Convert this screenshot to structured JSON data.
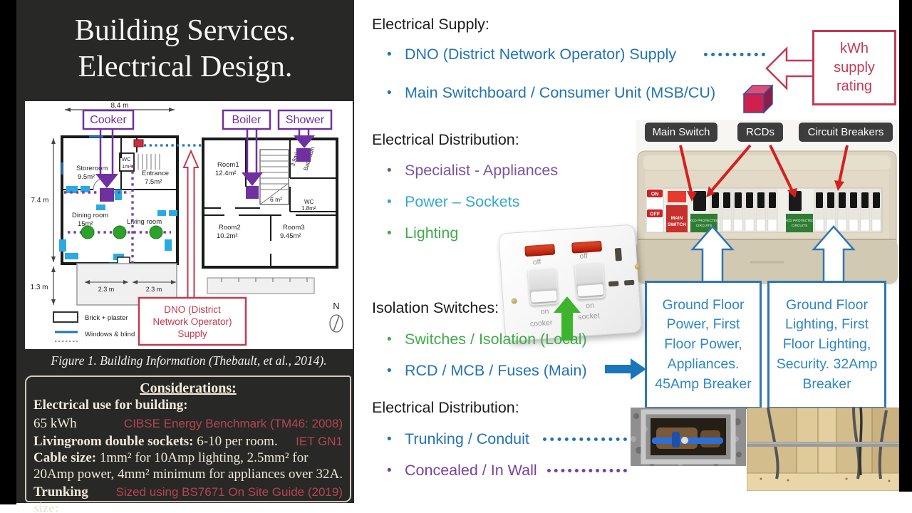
{
  "colors": {
    "accent_blue": "#2173b5",
    "accent_cyan": "#35a7cf",
    "accent_purple": "#7a52a1",
    "accent_purple_dark": "#7b3fa0",
    "accent_green": "#41ab4a",
    "crimson": "#c23a55",
    "figure_purple": "#7030a0",
    "figure_red": "#c23a50",
    "arrow_red": "#d42020",
    "box_blue": "#2e75b6",
    "panel_dark": "#282826"
  },
  "title": {
    "line1": "Building Services.",
    "line2": "Electrical Design."
  },
  "figure": {
    "caption": "Figure 1. Building Information (Thebault, et al., 2014).",
    "dims": {
      "width": "8.4 m",
      "height": "7.4 m",
      "offset": "1.3 m",
      "bay1": "2.3 m",
      "bay2": "2.3 m"
    },
    "callouts": {
      "cooker": "Cooker",
      "boiler": "Boiler",
      "shower": "Shower",
      "dno1": "DNO (District",
      "dno2": "Network Operator)",
      "dno3": "Supply"
    },
    "rooms": {
      "storeroom": "Storeroom",
      "storeroom_area": "9.5m²",
      "wc1": "WC",
      "wc1_area": "1m²",
      "entrance": "Entrance",
      "entrance_area": "7.5m²",
      "dining": "Dining room",
      "dining_area": "15m²",
      "living": "Living room",
      "room1": "Room1",
      "room1_area": "12.4m²",
      "landing_area": "6 m²",
      "wc2": "WC",
      "wc2_area": "1.8m²",
      "bathroom": "Bathroom",
      "bathroom_area": "3.9m²",
      "room2": "Room2",
      "room2_area": "10.2m²",
      "room3": "Room3",
      "room3_area": "9.45m²"
    },
    "legend": {
      "brick": "Brick + plaster",
      "windows": "Windows & blind"
    },
    "compass": "N"
  },
  "considerations": {
    "heading": "Considerations:",
    "line1_label": "Electrical use for building:",
    "line1_value": "65 kWh",
    "line1_ref": "CIBSE Energy Benchmark (TM46: 2008)",
    "line2_label": "Livingroom double sockets:",
    "line2_value": " 6-10 per room.",
    "line2_ref": "IET GN1",
    "line3_label": "Cable size:",
    "line3_value": " 1mm²  for 10Amp lighting, 2.5mm² for 20Amp power,  4mm² minimum for appliances over 32A.",
    "line4_label": "Trunking size:",
    "line4_ref": "Sized using BS7671 On Site Guide (2019)"
  },
  "sections": {
    "supply": {
      "heading": "Electrical Supply:",
      "items": [
        {
          "label": "DNO (District Network Operator) Supply"
        },
        {
          "label": "Main Switchboard / Consumer Unit (MSB/CU)"
        }
      ]
    },
    "distribution1": {
      "heading": "Electrical Distribution:",
      "items": [
        {
          "label": "Specialist - Appliances"
        },
        {
          "label": "Power – Sockets"
        },
        {
          "label": "Lighting"
        }
      ]
    },
    "isolation": {
      "heading": "Isolation Switches:",
      "items": [
        {
          "label": "Switches / Isolation  (Local)"
        },
        {
          "label": "RCD / MCB / Fuses  (Main)"
        }
      ]
    },
    "distribution2": {
      "heading": "Electrical Distribution:",
      "items": [
        {
          "label": "Trunking / Conduit"
        },
        {
          "label": "Concealed / In Wall"
        }
      ]
    }
  },
  "kwh": {
    "line1": "kWh",
    "line2": "supply",
    "line3": "rating"
  },
  "consumer_unit": {
    "labels": [
      "Main Switch",
      "RCDs",
      "Circuit Breakers"
    ],
    "on": "ON",
    "off": "OFF",
    "main1": "MAIN",
    "main2": "SWITCH",
    "rcd1": "RCD PROTECTED",
    "rcd2": "CIRCUITS"
  },
  "breaker_boxes": {
    "left": "Ground Floor Power, First Floor Power, Appliances. 45Amp Breaker",
    "right": "Ground Floor Lighting, First Floor Lighting, Security. 32Amp Breaker"
  },
  "cooker": {
    "off": "off",
    "on": "on",
    "left_label": "cooker",
    "right_label": "socket"
  }
}
